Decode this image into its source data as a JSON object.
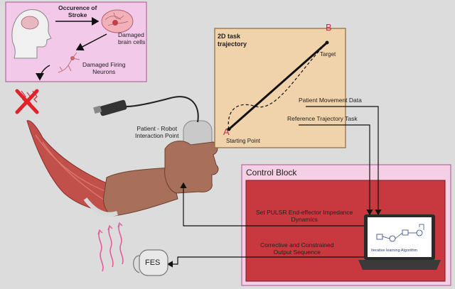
{
  "stroke_panel": {
    "title_line1": "Occurence of",
    "title_line2": "Stroke",
    "damaged_cells_line1": "Damaged",
    "damaged_cells_line2": "brain cells",
    "firing_neurons_line1": "Damaged Firing",
    "firing_neurons_line2": "Neurons"
  },
  "trajectory_panel": {
    "title_line1": "2D task",
    "title_line2": "trajectory",
    "point_a": "A",
    "point_b": "B",
    "target": "Target",
    "starting_point": "Starting Point"
  },
  "signals": {
    "patient_movement": "Patient Movement Data",
    "reference_trajectory": "Reference Trajectory Task"
  },
  "robot": {
    "interaction_line1": "Patient - Robot",
    "interaction_line2": "Interaction Point"
  },
  "control_block": {
    "title": "Control Block",
    "impedance_line1": "Set PULSR End-effector  Impedance",
    "impedance_line2": "Dynamics",
    "corrective_line1": "Corrective and Constrained",
    "corrective_line2": "Output Sequence",
    "laptop_caption": "Iterative learning Algorithm"
  },
  "fes": {
    "label": "FES"
  },
  "colors": {
    "pink_panel": "#f3c9ea",
    "tan_panel": "#f0d3ab",
    "control_outer": "#f5cfe4",
    "control_inner": "#c8393f",
    "red_x": "#e0232b",
    "muscle": "#c2504a",
    "skin": "#a8705a",
    "handle": "#c9c9c9"
  }
}
